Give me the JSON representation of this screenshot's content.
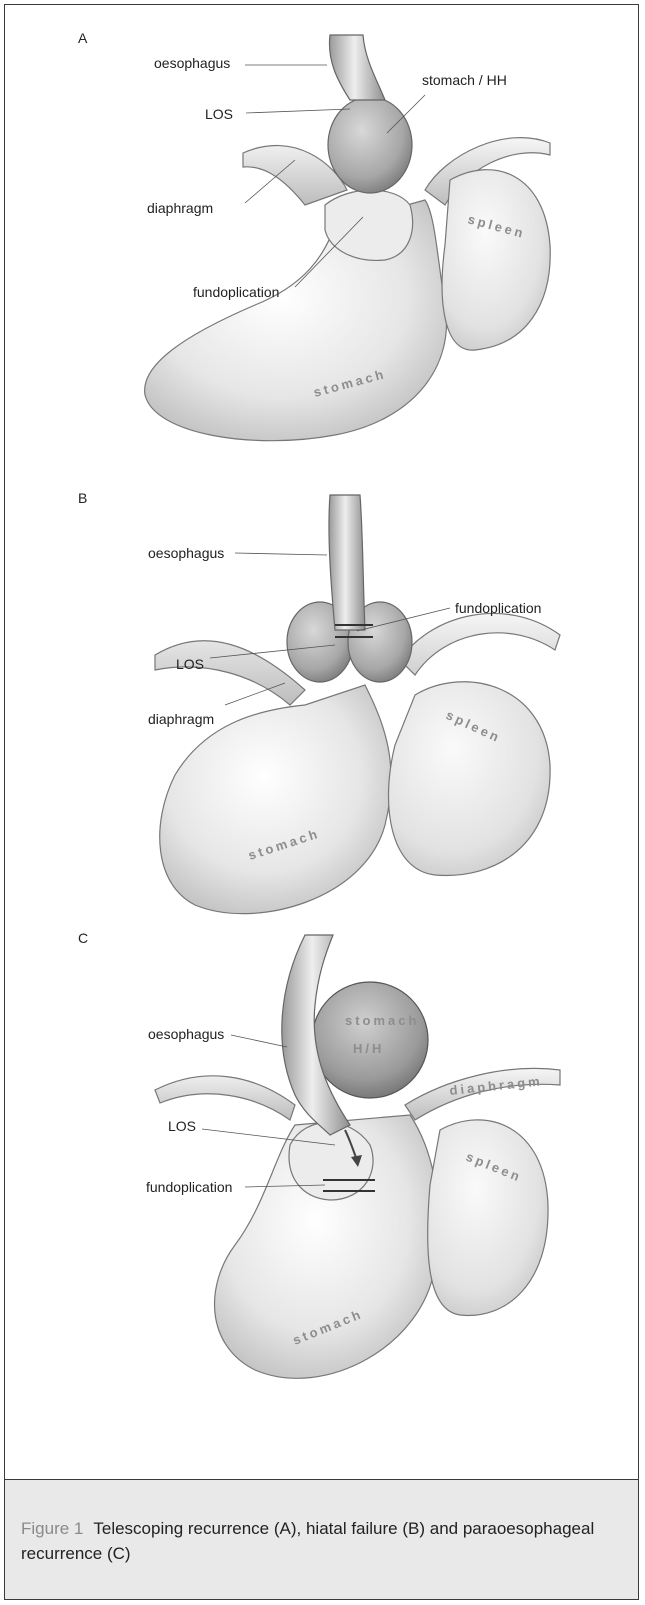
{
  "figure": {
    "number": "Figure 1",
    "caption": "Telescoping recurrence (A), hiatal failure (B) and paraoesophageal recurrence (C)"
  },
  "panels": [
    {
      "letter": "A",
      "labels": {
        "oesophagus": "oesophagus",
        "los": "LOS",
        "stomach_hh": "stomach / HH",
        "diaphragm": "diaphragm",
        "fundoplication": "fundoplication",
        "spleen": "spleen",
        "stomach": "stomach"
      }
    },
    {
      "letter": "B",
      "labels": {
        "oesophagus": "oesophagus",
        "fundoplication": "fundoplication",
        "los": "LOS",
        "diaphragm": "diaphragm",
        "spleen": "spleen",
        "stomach": "stomach"
      }
    },
    {
      "letter": "C",
      "labels": {
        "oesophagus": "oesophagus",
        "stomach": "stomach",
        "hh": "H/H",
        "diaphragm": "diaphragm",
        "los": "LOS",
        "fundoplication": "fundoplication",
        "spleen": "spleen",
        "stomach_lower": "stomach"
      }
    }
  ]
}
